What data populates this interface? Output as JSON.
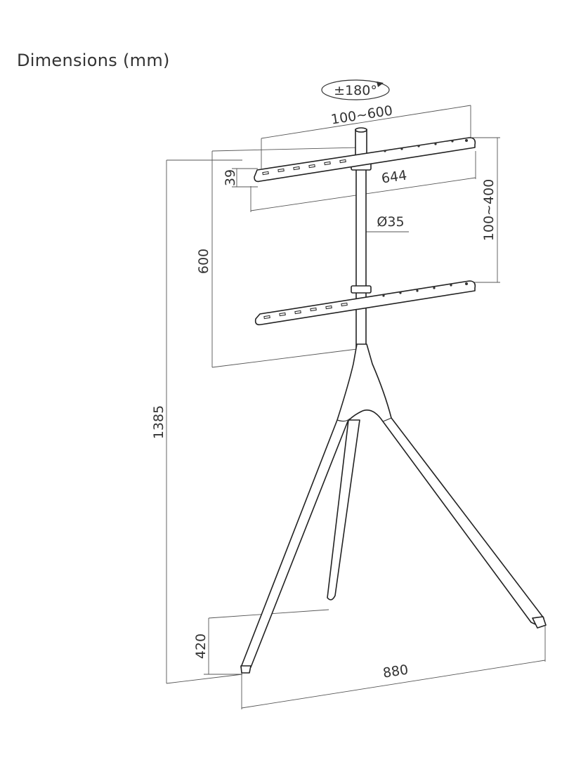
{
  "title": "Dimensions (mm)",
  "dimensions": {
    "rotation": "±180°",
    "vesa_width": "100~600",
    "bracket_height": "39",
    "bracket_length": "644",
    "pole_diameter": "Ø35",
    "vesa_height": "100~400",
    "bracket_drop": "600",
    "total_height": "1385",
    "foot_offset": "420",
    "base_width": "880"
  },
  "colors": {
    "line": "#333333",
    "background": "#ffffff"
  }
}
